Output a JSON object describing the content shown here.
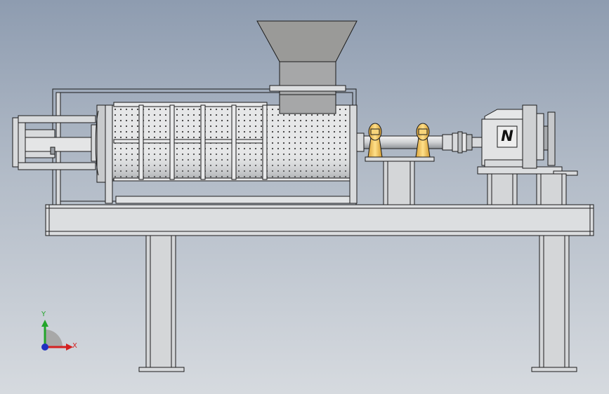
{
  "view": {
    "background_top": "#8e9cb0",
    "background_bottom": "#d6dadf"
  },
  "model": {
    "gearbox_badge": "N",
    "components": [
      "feed-hopper",
      "perforated-screen-drum",
      "discharge-press-assembly",
      "shaft-bearings",
      "shaft-coupling",
      "gear-motor",
      "base-frame"
    ],
    "colors": {
      "steel": "#d8dadc",
      "steel_dark": "#9a9ea3",
      "bearing": "#f2c45a",
      "hopper": "#9a9a98",
      "outline": "#1b1b1b"
    }
  },
  "triad": {
    "x_label": "X",
    "y_label": "Y",
    "colors": {
      "x": "#d42020",
      "y": "#22a52a",
      "z": "#2030c0"
    }
  }
}
